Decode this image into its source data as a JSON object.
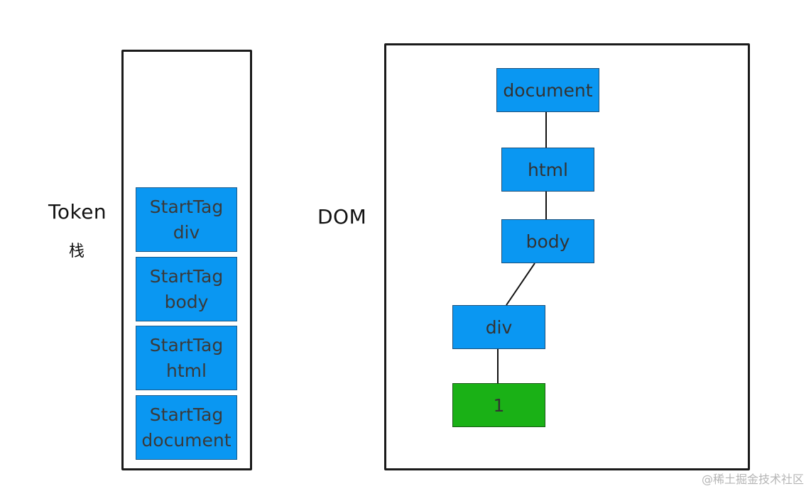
{
  "labels": {
    "token": "Token",
    "stack": "栈",
    "dom": "DOM"
  },
  "stack": [
    {
      "line1": "StartTag",
      "line2": "div"
    },
    {
      "line1": "StartTag",
      "line2": "body"
    },
    {
      "line1": "StartTag",
      "line2": "html"
    },
    {
      "line1": "StartTag",
      "line2": "document"
    }
  ],
  "dom": {
    "nodes": {
      "document": "document",
      "html": "html",
      "body": "body",
      "div": "div",
      "text": "1"
    }
  },
  "colors": {
    "node_blue": "#0a97f2",
    "text_node_green": "#1ab116",
    "border": "#1a1a1a"
  },
  "watermark": "@稀土掘金技术社区"
}
